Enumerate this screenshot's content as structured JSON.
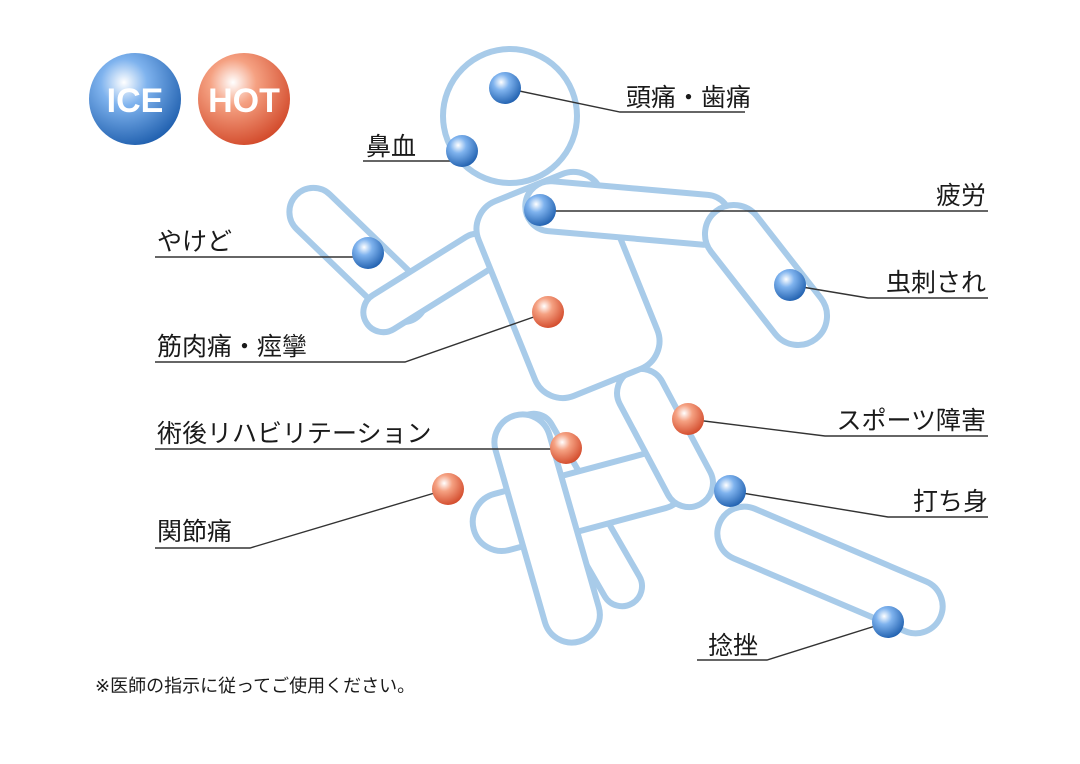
{
  "legend": [
    {
      "key": "ice",
      "label": "ICE",
      "color": "#3d86d6"
    },
    {
      "key": "hot",
      "label": "HOT",
      "color": "#ec7250"
    }
  ],
  "labels": {
    "headache": "頭痛・歯痛",
    "nosebleed": "鼻血",
    "fatigue": "疲労",
    "burn": "やけど",
    "insect_bite": "虫刺され",
    "muscle_pain": "筋肉痛・痙攣",
    "sports_injury": "スポーツ障害",
    "rehab": "術後リハビリテーション",
    "bruise": "打ち身",
    "joint_pain": "関節痛",
    "sprain": "捻挫"
  },
  "note": "※医師の指示に従ってご使用ください。",
  "points": [
    {
      "id": "headache",
      "type": "ice"
    },
    {
      "id": "nosebleed",
      "type": "ice"
    },
    {
      "id": "fatigue",
      "type": "ice"
    },
    {
      "id": "burn",
      "type": "ice"
    },
    {
      "id": "insect_bite",
      "type": "ice"
    },
    {
      "id": "muscle_pain",
      "type": "hot"
    },
    {
      "id": "sports_injury",
      "type": "hot"
    },
    {
      "id": "rehab",
      "type": "hot"
    },
    {
      "id": "bruise",
      "type": "ice"
    },
    {
      "id": "joint_pain",
      "type": "hot"
    },
    {
      "id": "sprain",
      "type": "ice"
    }
  ]
}
